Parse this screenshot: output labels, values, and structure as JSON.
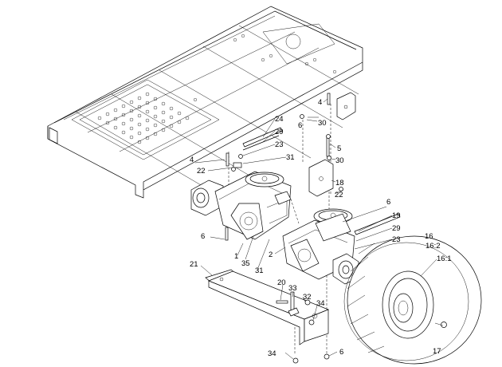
{
  "diagram": {
    "callouts": {
      "c1": "1",
      "c2": "2",
      "c4a": "4",
      "c4b": "4",
      "c5": "5",
      "c6a": "6",
      "c6b": "6",
      "c6c": "6",
      "c6d": "6",
      "c16": "16",
      "c16_1": "16:1",
      "c16_2": "16:2",
      "c17": "17",
      "c18": "18",
      "c19": "19",
      "c20": "20",
      "c21": "21",
      "c22a": "22",
      "c22b": "22",
      "c23a": "23",
      "c23b": "23",
      "c24": "24",
      "c29a": "29",
      "c29b": "29",
      "c30a": "30",
      "c30b": "30",
      "c31a": "31",
      "c31b": "31",
      "c32": "32",
      "c33": "33",
      "c34a": "34",
      "c34b": "34",
      "c35": "35"
    }
  }
}
